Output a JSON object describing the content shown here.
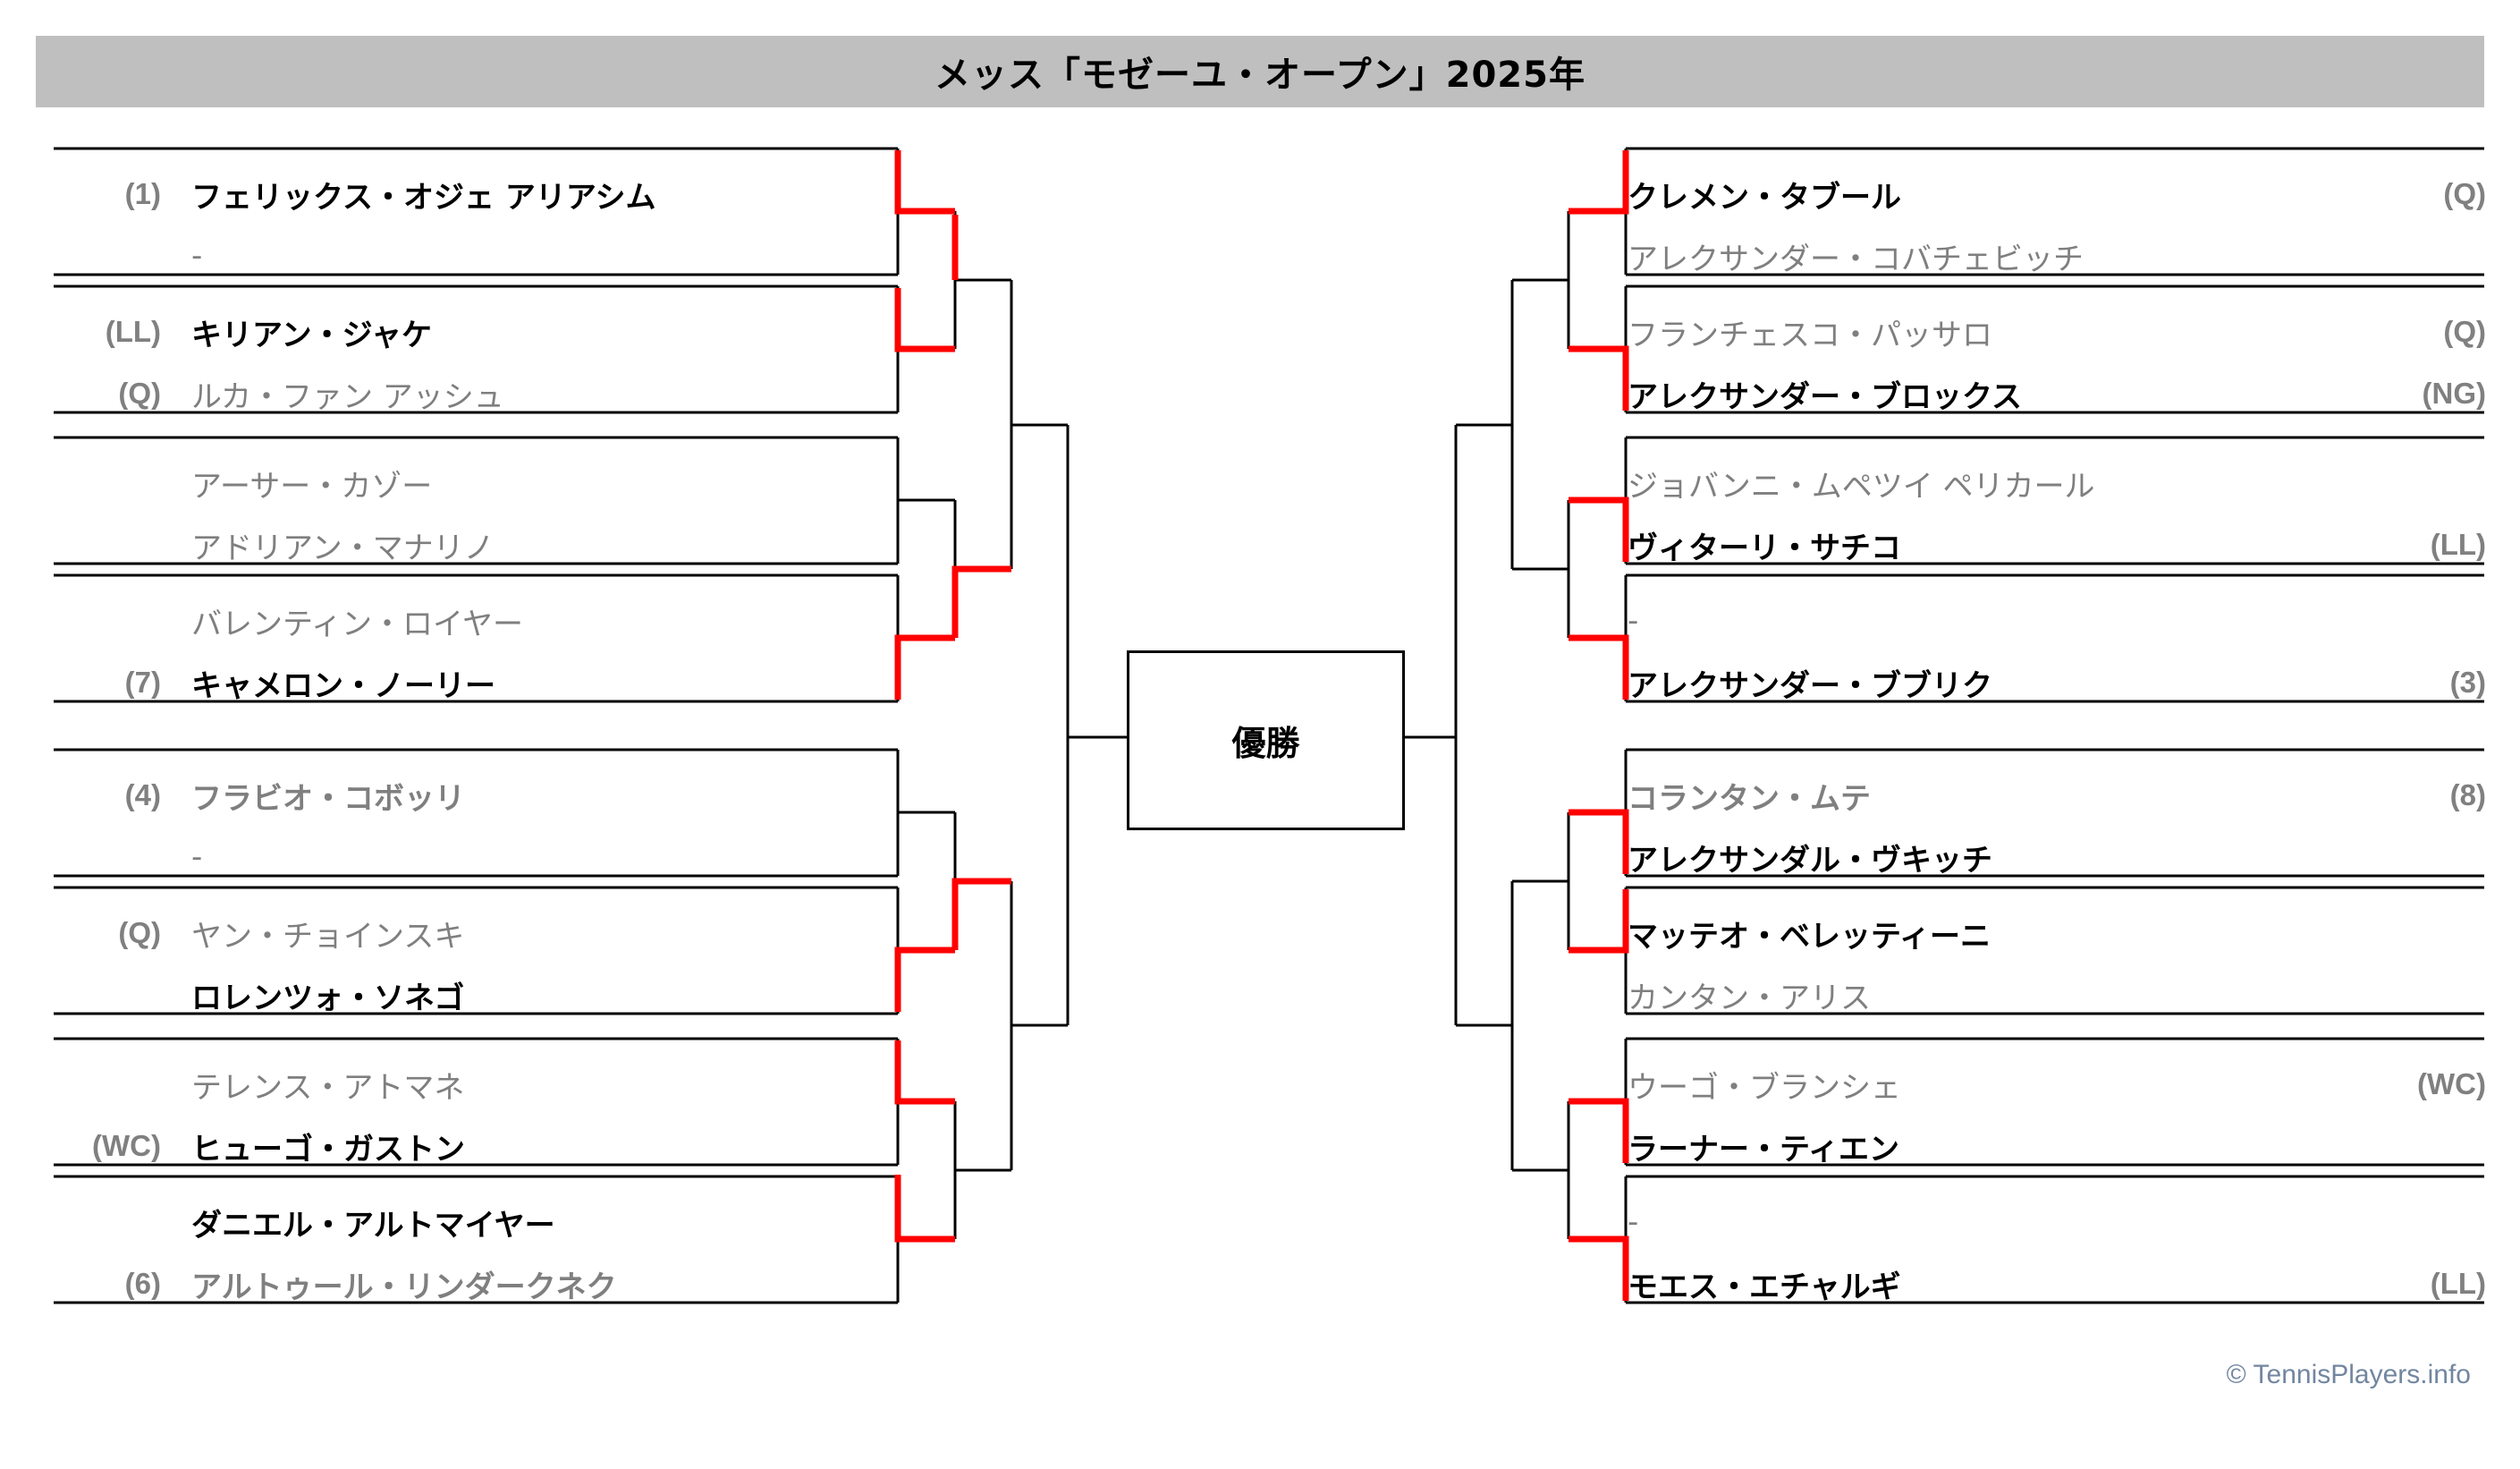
{
  "header": {
    "title": "メッス「モゼーユ・オープン」2025年"
  },
  "champion": {
    "label": "優勝"
  },
  "footer": {
    "credit": "© TennisPlayers.info"
  },
  "colors": {
    "win_line": "#FF0000",
    "line": "#000000",
    "title_band": "#BFBFBF",
    "loser_text": "#7F7F7F",
    "winner_text": "#000000",
    "footer_text": "#7286A0"
  },
  "left": {
    "slots": [
      {
        "tag": "(1)",
        "name": "フェリックス・オジェ アリアシム",
        "state": "winner"
      },
      {
        "tag": "",
        "name": "-",
        "state": "empty"
      },
      {
        "tag": "(LL)",
        "name": "キリアン・ジャケ",
        "state": "winner"
      },
      {
        "tag": "(Q)",
        "name": "ルカ・ファン アッシュ",
        "state": "loser"
      },
      {
        "tag": "",
        "name": "アーサー・カゾー",
        "state": "loser"
      },
      {
        "tag": "",
        "name": "アドリアン・マナリノ",
        "state": "loser"
      },
      {
        "tag": "",
        "name": "バレンティン・ロイヤー",
        "state": "loser"
      },
      {
        "tag": "(7)",
        "name": "キャメロン・ノーリー",
        "state": "winner"
      },
      {
        "tag": "(4)",
        "name": "フラビオ・コボッリ",
        "state": "loser-bold"
      },
      {
        "tag": "",
        "name": "-",
        "state": "empty"
      },
      {
        "tag": "(Q)",
        "name": "ヤン・チョインスキ",
        "state": "loser"
      },
      {
        "tag": "",
        "name": "ロレンツォ・ソネゴ",
        "state": "winner"
      },
      {
        "tag": "",
        "name": "テレンス・アトマネ",
        "state": "loser"
      },
      {
        "tag": "(WC)",
        "name": "ヒューゴ・ガストン",
        "state": "winner"
      },
      {
        "tag": "",
        "name": "ダニエル・アルトマイヤー",
        "state": "winner"
      },
      {
        "tag": "(6)",
        "name": "アルトゥール・リンダークネク",
        "state": "loser-bold"
      }
    ]
  },
  "right": {
    "slots": [
      {
        "tag": "(Q)",
        "name": "クレメン・タブール",
        "state": "winner"
      },
      {
        "tag": "",
        "name": "アレクサンダー・コバチェビッチ",
        "state": "loser"
      },
      {
        "tag": "(Q)",
        "name": "フランチェスコ・パッサロ",
        "state": "loser"
      },
      {
        "tag": "(NG)",
        "name": "アレクサンダー・ブロックス",
        "state": "winner"
      },
      {
        "tag": "",
        "name": "ジョバンニ・ムペツイ ペリカール",
        "state": "loser"
      },
      {
        "tag": "(LL)",
        "name": "ヴィターリ・サチコ",
        "state": "winner"
      },
      {
        "tag": "",
        "name": "-",
        "state": "empty"
      },
      {
        "tag": "(3)",
        "name": "アレクサンダー・ブブリク",
        "state": "winner"
      },
      {
        "tag": "(8)",
        "name": "コランタン・ムテ",
        "state": "loser-bold"
      },
      {
        "tag": "",
        "name": "アレクサンダル・ヴキッチ",
        "state": "winner"
      },
      {
        "tag": "",
        "name": "マッテオ・ベレッティーニ",
        "state": "winner"
      },
      {
        "tag": "",
        "name": "カンタン・アリス",
        "state": "loser"
      },
      {
        "tag": "(WC)",
        "name": "ウーゴ・ブランシェ",
        "state": "loser"
      },
      {
        "tag": "",
        "name": "ラーナー・ティエン",
        "state": "winner"
      },
      {
        "tag": "",
        "name": "-",
        "state": "empty"
      },
      {
        "tag": "(LL)",
        "name": "モエス・エチャルギ",
        "state": "winner"
      }
    ]
  }
}
